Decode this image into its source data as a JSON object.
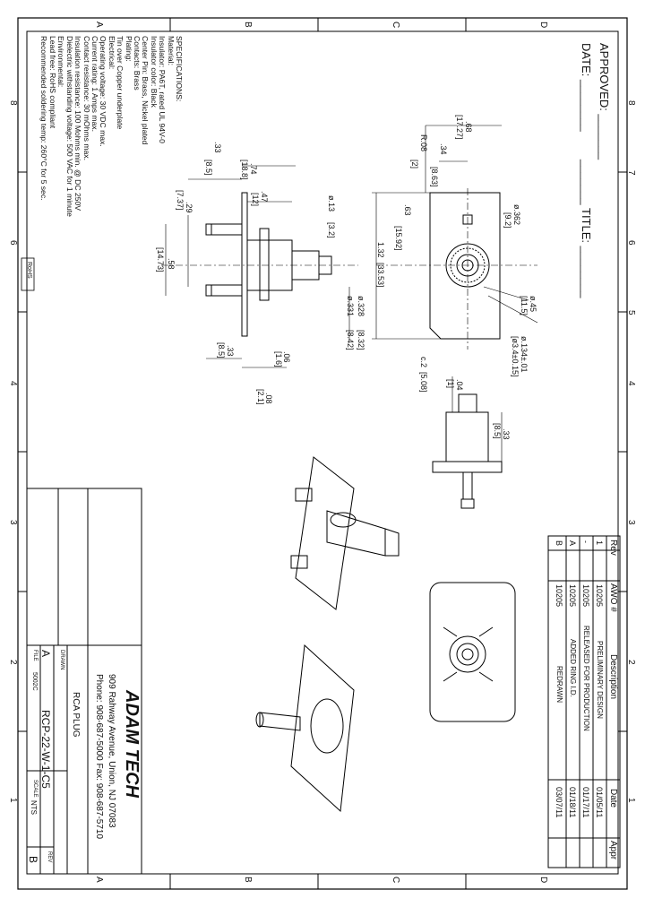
{
  "frame": {
    "zones_top": [
      "A",
      "B",
      "C",
      "D"
    ],
    "zones_bottom": [
      "A",
      "B",
      "C",
      "D"
    ],
    "zones_left": [
      "8",
      "7",
      "6",
      "5",
      "4",
      "3",
      "2",
      "1"
    ],
    "zones_right": [
      "8",
      "7",
      "6",
      "5",
      "4",
      "3",
      "2",
      "1"
    ]
  },
  "header": {
    "approved_label": "APPROVED:",
    "date_label": "DATE:",
    "title_label": "TITLE:"
  },
  "specs": {
    "heading": "SPECIFICATIONS:",
    "lines": [
      "Material:",
      "Insulator: PA6T, rated UL 94V-0",
      "Insulator color: Black",
      "Center Pin: Brass, Nickel plated",
      "Contacts: Brass",
      "Plating:",
      "Tin over Copper underplate",
      "Electrical:",
      "Operating voltage: 30 VDC max.",
      "Current rating: 1 Amps max.",
      "Contact resistance: 30 mOhms max.",
      "Insulation resistance: 100 Mohms min. @ DC 250V",
      "Dielectric withstanding voltage: 500 VAC for 1 minute",
      "Environmental:",
      "Lead free: RoHS compliant",
      "Recommended soldering temp: 260°C for 5 sec."
    ],
    "rohs": "RoHS"
  },
  "dims": {
    "d_68": ".68",
    "d_17_27": "[17.27]",
    "d_r08": "R.08",
    "d_2": "[2]",
    "d_34": ".34",
    "d_8_63": "[8.63]",
    "d_33a": ".33",
    "d_8_5a": "[8.5]",
    "d_74": ".74",
    "d_18_8": "[18.8]",
    "d_47": ".47",
    "d_12": "[12]",
    "d_13": "ø.13",
    "d_3_2": "[3.2]",
    "d_29": ".29",
    "d_7_37": "[7.37]",
    "d_58": ".58",
    "d_14_73": "[14.73]",
    "d_63": ".63",
    "d_15_92": "[15.92]",
    "d_132": "1.32",
    "d_33_53": "[33.53]",
    "d_362": "ø.362",
    "d_9_2": "[9.2]",
    "d_45": "ø.45",
    "d_11_5": "[11.5]",
    "d_134": "ø.134±.01",
    "d_3_4": "[ø3.4±0.15]",
    "d_328": "ø.328",
    "d_8_32": "[8.32]",
    "d_331": "ø.331",
    "d_8_42": "[8.42]",
    "d_06": ".06",
    "d_1_6": "[1.6]",
    "d_08": ".08",
    "d_2_1": "[2.1]",
    "d_33b": ".33",
    "d_8_5b": "[8.5]",
    "d_c2": "c.2",
    "d_5_08": "[5.08]",
    "d_04": ".04",
    "d_1": "[1]",
    "d_33c": ".33",
    "d_8_5c": "[8.5]"
  },
  "revisions": {
    "headers": [
      "Rev",
      "AWO #",
      "Description",
      "Date",
      "Appr"
    ],
    "rows": [
      [
        "1",
        "10205",
        "PRELIMINARY DESIGN",
        "01/05/11",
        ""
      ],
      [
        "-",
        "10205",
        "RELEASED FOR PRODUCTION",
        "01/17/11",
        ""
      ],
      [
        "A",
        "10205",
        "ADDED RING I.D.",
        "01/18/11",
        ""
      ],
      [
        "B",
        "10205",
        "REDRAWN",
        "03/07/11",
        ""
      ]
    ]
  },
  "title_block": {
    "company": "ADAM TECH",
    "address": "909 Rahway Avenue, Union, NJ 07083",
    "phone": "Phone: 908-687-5000 Fax: 908-687-5710",
    "part_desc": "RCA PLUG",
    "part_number": "RCP-22-W-1-C5",
    "scale_label": "SCALE",
    "scale": "NTS",
    "rev_label": "REV",
    "rev": "B",
    "drawn_label": "DRAWN",
    "size": "A",
    "file_label": "FILE",
    "file": "5002C"
  }
}
